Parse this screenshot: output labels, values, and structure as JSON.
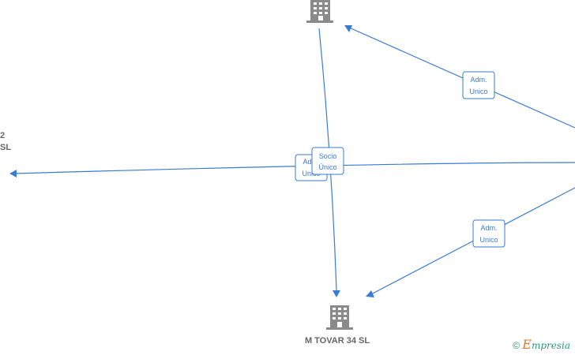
{
  "nodes": {
    "left_partial_line1": "2",
    "left_partial_line2": "SL",
    "bottom_company": "M TOVAR 34  SL"
  },
  "edge_labels": {
    "top_right": [
      "Adm.",
      "Unico"
    ],
    "center_back": [
      "Adm.",
      "Unico"
    ],
    "center_front": [
      "Socio",
      "Único"
    ],
    "bottom_right": [
      "Adm.",
      "Unico"
    ]
  },
  "watermark": {
    "symbol": "©",
    "brand_initial": "E",
    "brand_rest": "mpresia"
  },
  "colors": {
    "edge": "#3a7bd5",
    "building": "#8a8a8a",
    "label_text": "#666666",
    "brand": "#2a9a7a"
  }
}
